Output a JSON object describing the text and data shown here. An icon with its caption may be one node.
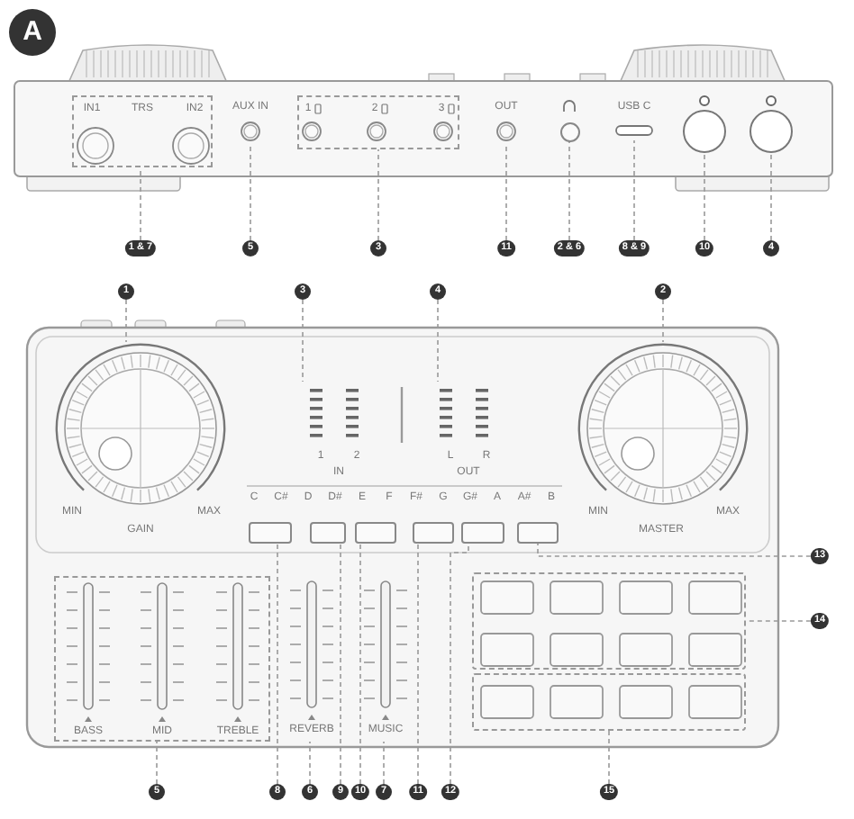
{
  "diagram": {
    "nodes": [
      {
        "text": [
          "IN1",
          "TRS",
          "IN2"
        ]
      },
      {
        "text": [
          "AUX IN"
        ]
      },
      {
        "text": [
          "1",
          "2",
          "3"
        ]
      },
      {
        "text": [
          "OUT"
        ]
      },
      {
        "text": [],
        "shape": "circle"
      },
      {
        "text": [
          "USB C"
        ]
      },
      {
        "text": [],
        "shape": "circle"
      },
      {
        "text": [],
        "shape": "circle"
      },
      {
        "text": [
          "1 & 7"
        ]
      },
      {
        "text": [
          "5"
        ]
      },
      {
        "text": [
          "3"
        ]
      },
      {
        "text": [
          "11"
        ]
      },
      {
        "text": [
          "2 & 6"
        ]
      },
      {
        "text": [
          "8 & 9"
        ]
      },
      {
        "text": [
          "10"
        ]
      },
      {
        "text": [
          "4"
        ]
      },
      {
        "text": [
          "MIN",
          "MAX",
          "GAIN"
        ]
      },
      {
        "text": [
          "1",
          "2",
          "IN"
        ]
      },
      {
        "text": [
          "L",
          "R",
          "OUT"
        ]
      },
      {
        "text": [
          "MIN",
          "MAX",
          "MASTER"
        ]
      },
      {
        "text": [],
        "shape": "box"
      },
      {
        "text": [],
        "shape": "box"
      },
      {
        "text": [],
        "shape": "box"
      },
      {
        "text": [],
        "shape": "box"
      },
      {
        "text": [],
        "shape": "box"
      },
      {
        "text": [],
        "shape": "box"
      },
      {
        "text": [
          "BASS",
          "MID",
          "TREBLE"
        ]
      },
      {
        "text": [
          "REVERB"
        ]
      },
      {
        "text": [
          "MUSIC"
        ]
      },
      {
        "text": [],
        "shape": "box"
      },
      {
        "text": [],
        "shape": "box"
      },
      {
        "text": [
          "1"
        ]
      },
      {
        "text": [
          "3"
        ]
      },
      {
        "text": [
          "4"
        ]
      },
      {
        "text": [
          "2"
        ]
      },
      {
        "text": [
          "13"
        ]
      },
      {
        "text": [
          "14"
        ]
      },
      {
        "text": [
          "15"
        ]
      },
      {
        "text": [
          "5"
        ]
      },
      {
        "text": [
          "8"
        ]
      },
      {
        "text": [
          "6"
        ]
      },
      {
        "text": [
          "9"
        ]
      },
      {
        "text": [
          "10"
        ]
      },
      {
        "text": [
          "7"
        ]
      },
      {
        "text": [
          "11"
        ]
      },
      {
        "text": [
          "12"
        ]
      }
    ],
    "edges": [
      {
        "from": 8,
        "to": 0,
        "arrow": "none"
      },
      {
        "from": 9,
        "to": 1,
        "arrow": "none"
      },
      {
        "from": 10,
        "to": 2,
        "arrow": "none"
      },
      {
        "from": 11,
        "to": 3,
        "arrow": "none"
      },
      {
        "from": 12,
        "to": 4,
        "arrow": "none"
      },
      {
        "from": 13,
        "to": 5,
        "arrow": "none"
      },
      {
        "from": 14,
        "to": 6,
        "arrow": "none"
      },
      {
        "from": 15,
        "to": 7,
        "arrow": "none"
      },
      {
        "from": 31,
        "to": 16,
        "arrow": "none"
      },
      {
        "from": 32,
        "to": 17,
        "arrow": "none"
      },
      {
        "from": 33,
        "to": 18,
        "arrow": "none"
      },
      {
        "from": 34,
        "to": 19,
        "arrow": "none"
      },
      {
        "from": 35,
        "to": 25,
        "arrow": "none"
      },
      {
        "from": 36,
        "to": 29,
        "arrow": "none"
      },
      {
        "from": 37,
        "to": 30,
        "arrow": "none"
      },
      {
        "from": 38,
        "to": 26,
        "arrow": "none"
      },
      {
        "from": 39,
        "to": 20,
        "arrow": "none"
      },
      {
        "from": 40,
        "to": 27,
        "arrow": "none"
      },
      {
        "from": 41,
        "to": 21,
        "arrow": "none"
      },
      {
        "from": 42,
        "to": 22,
        "arrow": "none"
      },
      {
        "from": 43,
        "to": 28,
        "arrow": "none"
      },
      {
        "from": 44,
        "to": 23,
        "arrow": "none"
      },
      {
        "from": 45,
        "to": 24,
        "arrow": "none"
      }
    ],
    "labels": [
      "A",
      "C",
      "C#",
      "D",
      "D#",
      "E",
      "F",
      "F#",
      "G",
      "G#",
      "A",
      "A#",
      "B"
    ]
  }
}
